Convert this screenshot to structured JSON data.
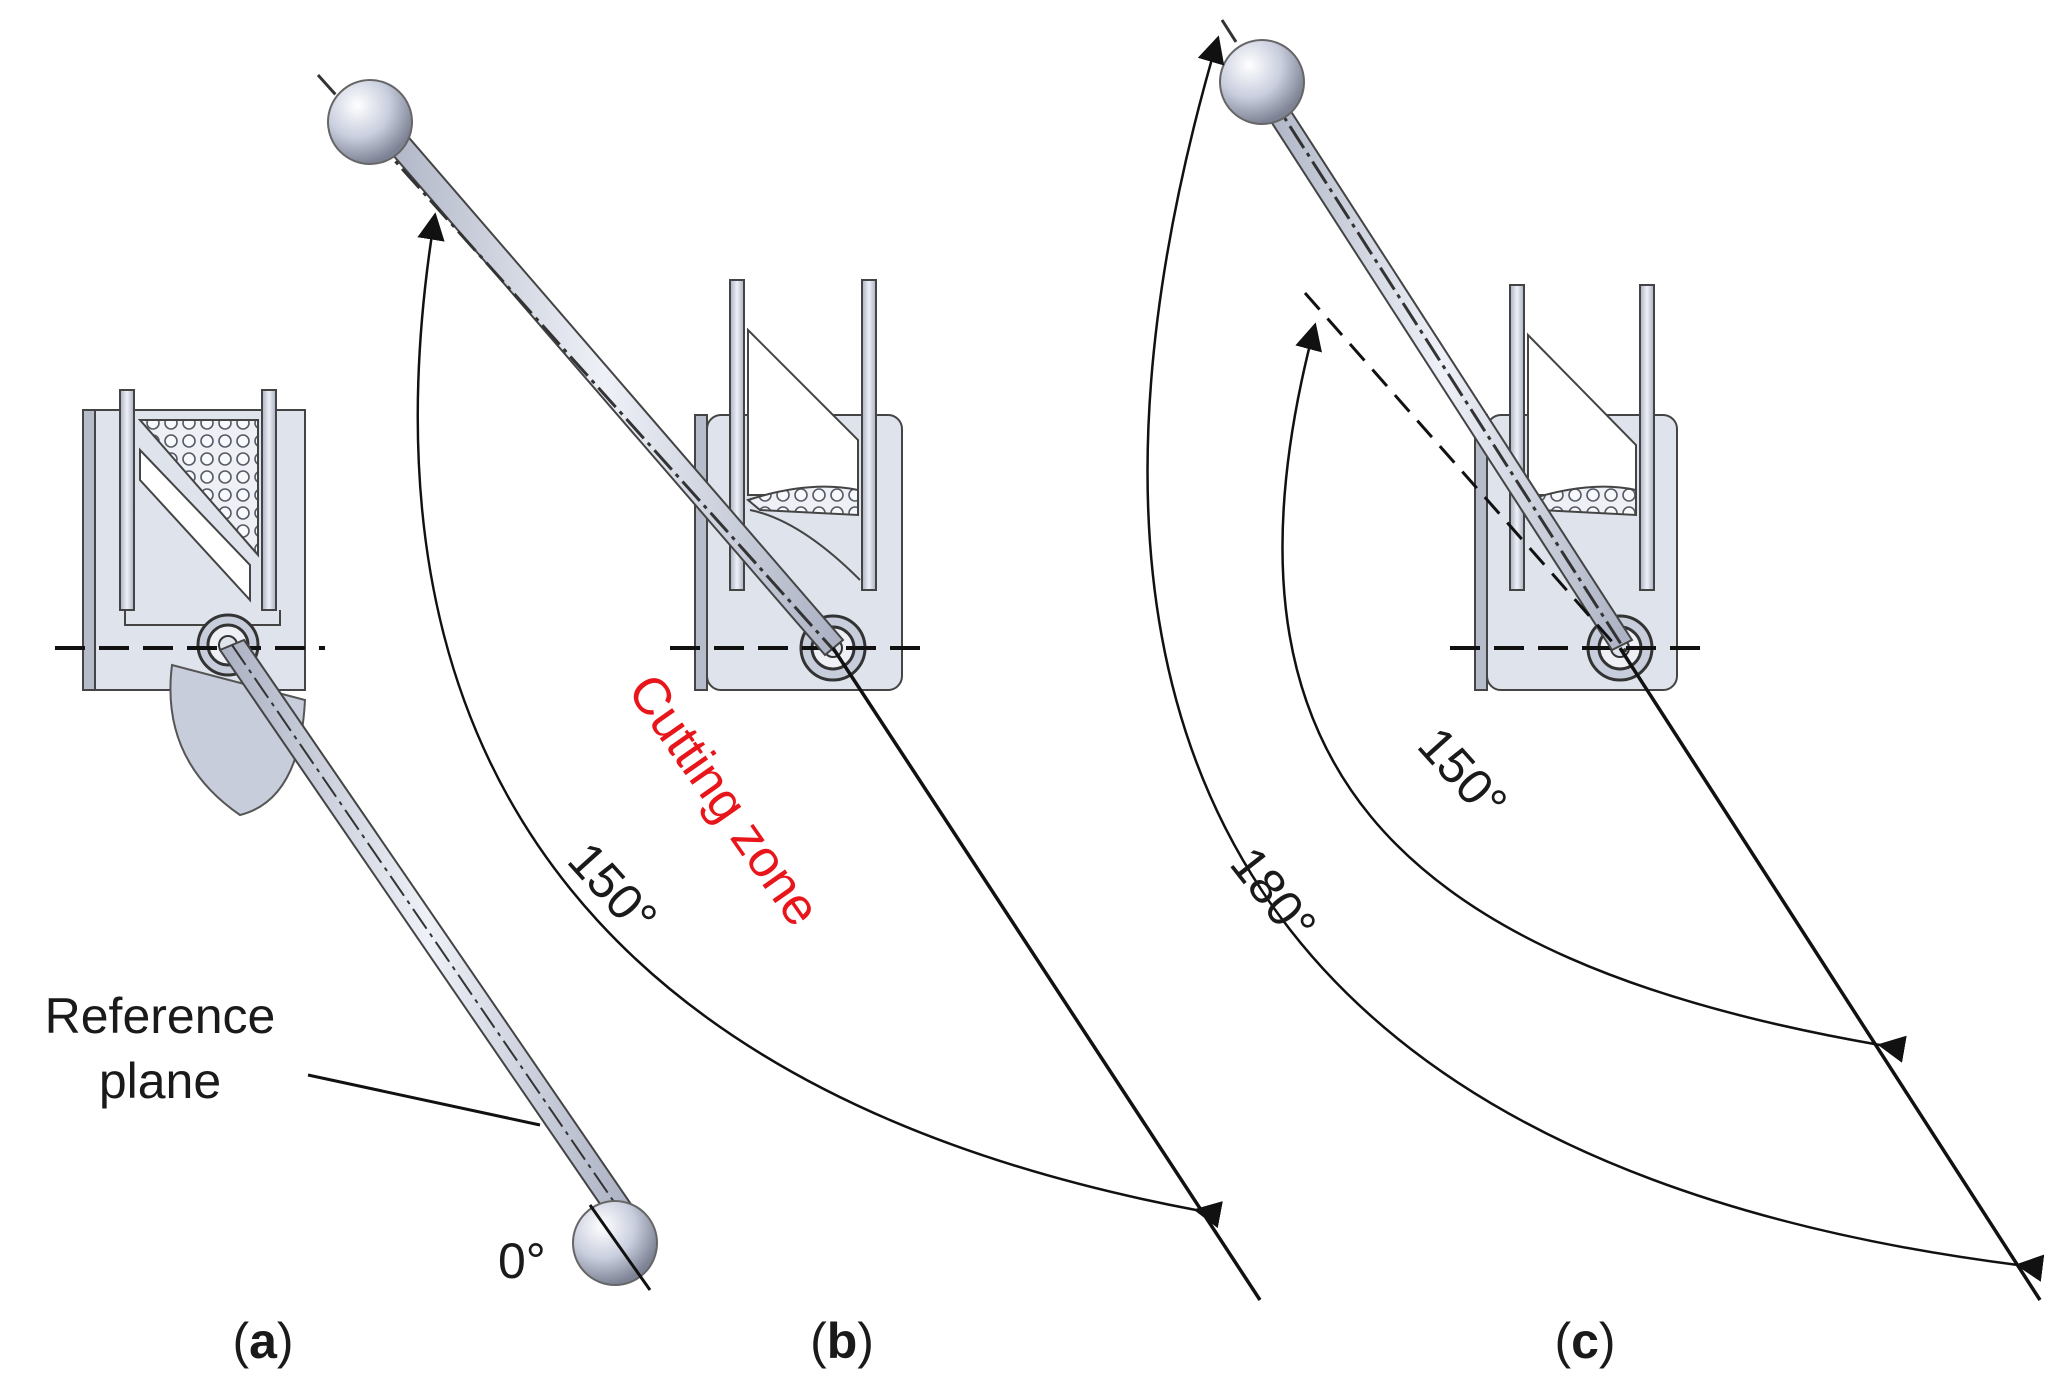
{
  "reference_label": {
    "line1": "Reference",
    "line2": "plane"
  },
  "zero_label": "0°",
  "cutting_zone": "Cutting zone",
  "cutting_zone_color": "#e8161b",
  "angle_b": "150°",
  "angle_c_inner": "150°",
  "angle_c_outer": "180°",
  "panels": [
    {
      "id": "a",
      "open": "(",
      "letter": "a",
      "close": ")"
    },
    {
      "id": "b",
      "open": "(",
      "letter": "b",
      "close": ")"
    },
    {
      "id": "c",
      "open": "(",
      "letter": "c",
      "close": ")"
    }
  ],
  "colors": {
    "metal": "#d8dde8",
    "metal_dark": "#7a8090",
    "line": "#111111"
  }
}
